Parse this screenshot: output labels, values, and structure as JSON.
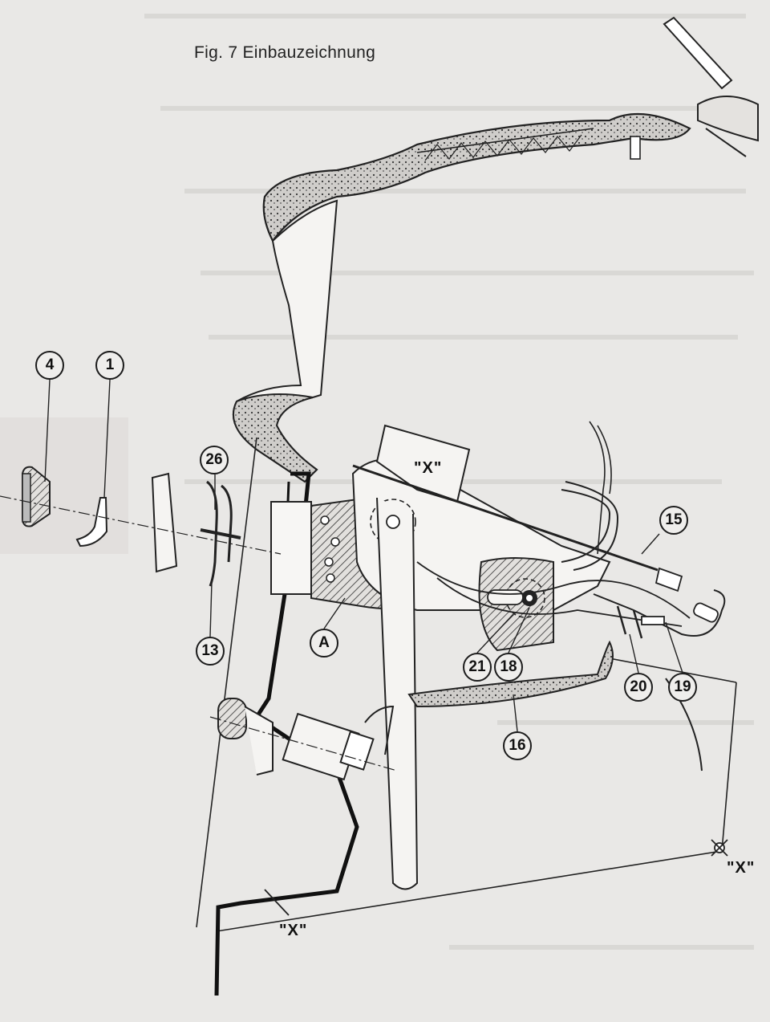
{
  "figure": {
    "title": "Fig. 7  Einbauzeichnung"
  },
  "callouts": [
    {
      "id": "4",
      "label": "4"
    },
    {
      "id": "1",
      "label": "1"
    },
    {
      "id": "26",
      "label": "26"
    },
    {
      "id": "13",
      "label": "13"
    },
    {
      "id": "A",
      "label": "A"
    },
    {
      "id": "21",
      "label": "21"
    },
    {
      "id": "18",
      "label": "18"
    },
    {
      "id": "15",
      "label": "15"
    },
    {
      "id": "20",
      "label": "20"
    },
    {
      "id": "19",
      "label": "19"
    },
    {
      "id": "16",
      "label": "16"
    }
  ],
  "reference_marks": [
    {
      "id": "x_top",
      "label": "\"X\""
    },
    {
      "id": "x_right",
      "label": "\"X\""
    },
    {
      "id": "x_bottom",
      "label": "\"X\""
    }
  ]
}
